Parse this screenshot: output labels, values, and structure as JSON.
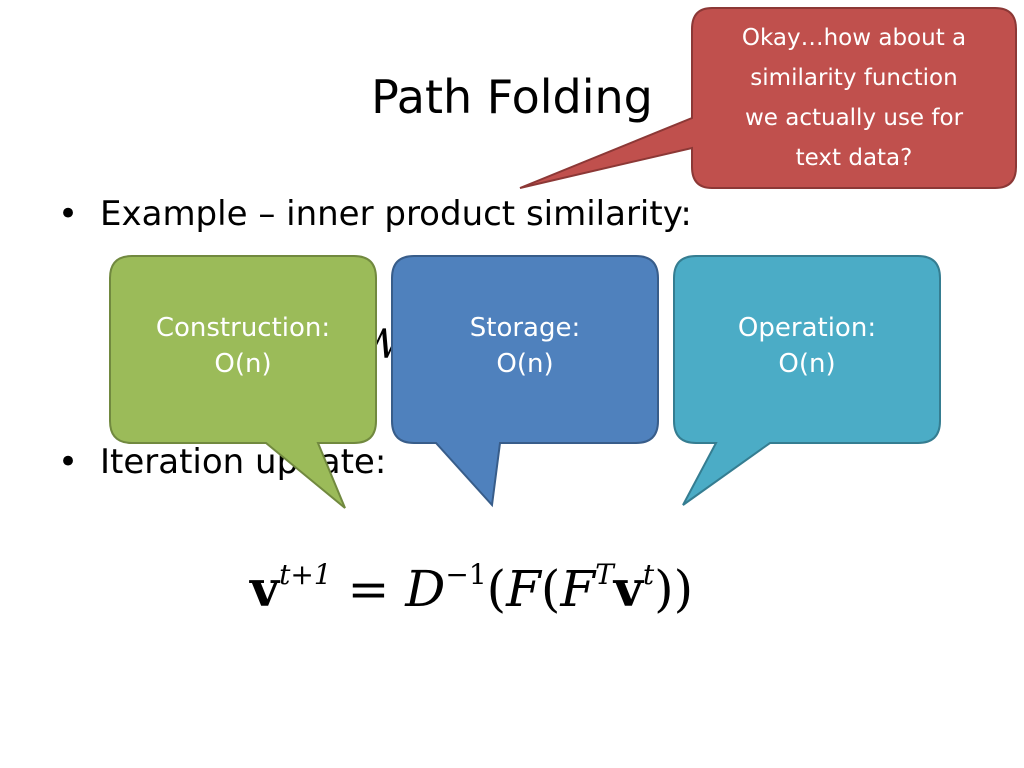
{
  "slide": {
    "title": "Path Folding",
    "bullet1": "Example – inner product similarity:",
    "bullet2": "Iteration update:",
    "bullet_symbol": "•",
    "partial_formula": "W",
    "formula": {
      "v": "v",
      "t1": "t+1",
      "eq": " = ",
      "D": "D",
      "inv": "−1",
      "open1": "(",
      "F1": "F",
      "open2": "(",
      "F2": "F",
      "T": "T",
      "v2": "v",
      "t": "t",
      "close": "))"
    }
  },
  "callouts": {
    "top": {
      "line1": "Okay…how about a",
      "line2": "similarity function",
      "line3": "we actually use for",
      "line4": "text data?",
      "fill": "#C0504D",
      "stroke": "#8C3836"
    },
    "construction": {
      "label": "Construction:",
      "value": "O(n)",
      "fill": "#9BBB59",
      "stroke": "#71893F"
    },
    "storage": {
      "label": "Storage:",
      "value": "O(n)",
      "fill": "#4F81BD",
      "stroke": "#385D8A"
    },
    "operation": {
      "label": "Operation:",
      "value": "O(n)",
      "fill": "#4BACC6",
      "stroke": "#357D91"
    }
  }
}
